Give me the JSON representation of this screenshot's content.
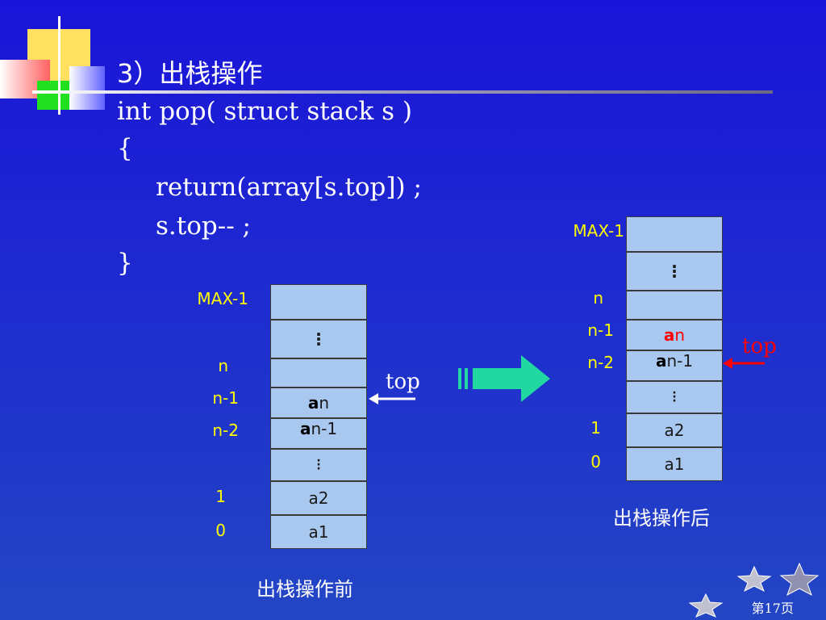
{
  "title": "3）出栈操作",
  "code": {
    "line1": "int pop( struct stack s )",
    "line2": "{",
    "line3": "return(array[s.top]) ;",
    "line4": "s.top-- ;",
    "line5": "}"
  },
  "before": {
    "labels": {
      "max": "MAX-1",
      "n": "n",
      "n1": "n-1",
      "n2": "n-2",
      "one": "1",
      "zero": "0"
    },
    "cells": {
      "an": "a",
      "an_sub": "n",
      "an1": "a",
      "an1_sub": "n-1",
      "a2": "a2",
      "a1": "a1"
    },
    "top_label": "top",
    "caption": "出栈操作前"
  },
  "after": {
    "labels": {
      "max": "MAX-1",
      "n": "n",
      "n1": "n-1",
      "n2": "n-2",
      "one": "1",
      "zero": "0"
    },
    "cells": {
      "an": "a",
      "an_sub": "n",
      "an1": "a",
      "an1_sub": "n-1",
      "a2": "a2",
      "a1": "a1"
    },
    "top_label": "top",
    "caption": "出栈操作后"
  },
  "page": "第17页",
  "colors": {
    "label": "#ffff00",
    "stack": "#a8c8f0",
    "arrow": "#20d8a0",
    "top_after": "#ff0000"
  }
}
